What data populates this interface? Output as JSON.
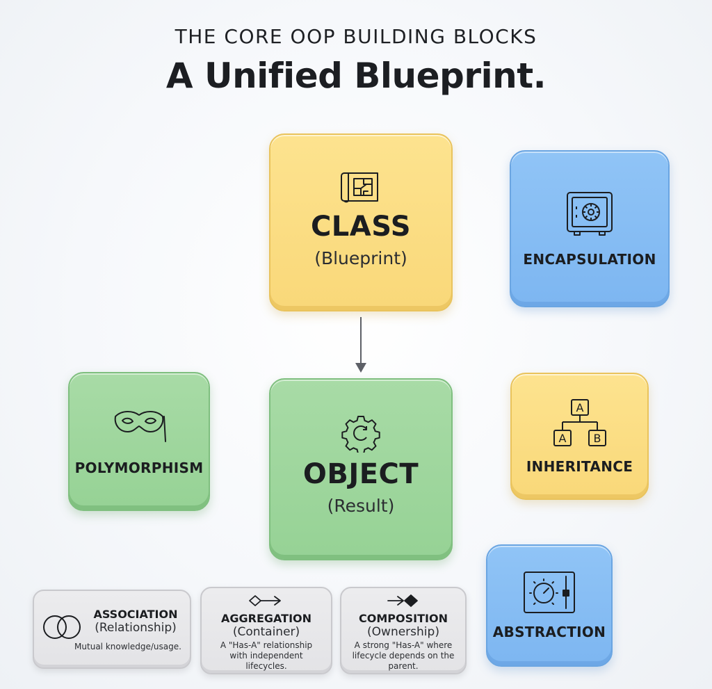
{
  "header": {
    "eyebrow": "THE CORE OOP BUILDING BLOCKS",
    "headline": "A Unified Blueprint."
  },
  "cards": {
    "class": {
      "title": "CLASS",
      "subtitle": "(Blueprint)",
      "icon": "blueprint-icon"
    },
    "object": {
      "title": "OBJECT",
      "subtitle": "(Result)",
      "icon": "gear-icon"
    },
    "encapsulation": {
      "title": "ENCAPSULATION",
      "icon": "safe-icon"
    },
    "polymorphism": {
      "title": "POLYMORPHISM",
      "icon": "mask-icon"
    },
    "inheritance": {
      "title": "INHERITANCE",
      "icon": "hierarchy-icon",
      "nodes": [
        "A",
        "A",
        "B"
      ]
    },
    "abstraction": {
      "title": "ABSTRACTION",
      "icon": "control-panel-icon"
    }
  },
  "relationships": [
    {
      "title": "ASSOCIATION",
      "subtitle": "(Relationship)",
      "description": "Mutual knowledge/usage.",
      "icon": "overlapping-circles-icon"
    },
    {
      "title": "AGGREGATION",
      "subtitle": "(Container)",
      "description": "A \"Has-A\" relationship with independent lifecycles.",
      "icon": "hollow-diamond-arrow-icon"
    },
    {
      "title": "COMPOSITION",
      "subtitle": "(Ownership)",
      "description": "A strong \"Has-A\" where lifecycle depends on the parent.",
      "icon": "filled-diamond-arrow-icon"
    }
  ],
  "colors": {
    "yellow": "#f9d879",
    "green": "#96d295",
    "blue": "#7db6f1",
    "gray": "#e3e3e6",
    "text": "#1b1d20"
  }
}
